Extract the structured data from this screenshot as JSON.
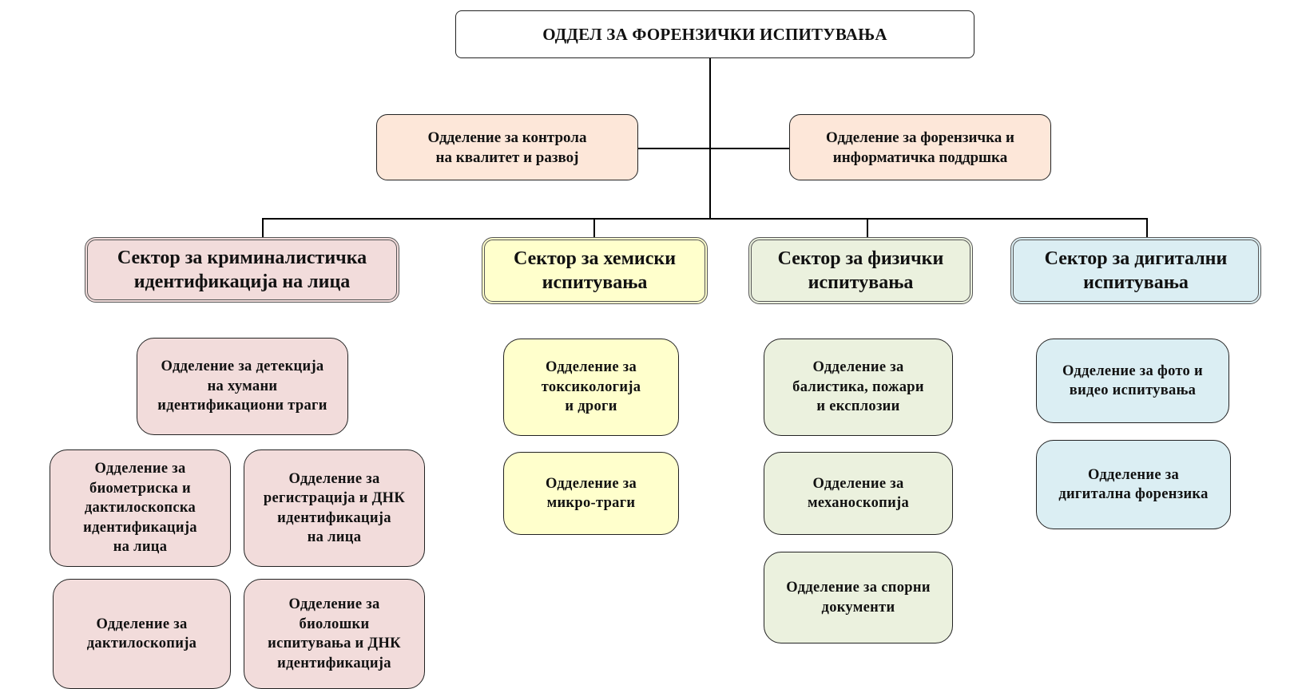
{
  "root": {
    "label": "ОДДЕЛ ЗА ФОРЕНЗИЧКИ ИСПИТУВАЊА"
  },
  "staff_units": [
    {
      "label": "Одделение за контрола\nна квалитет и развој"
    },
    {
      "label": "Одделение за форензичка и\nинформатичка поддршка"
    }
  ],
  "colors": {
    "staff": "#fde7d9",
    "sector1": "#f2dcdb",
    "sector2": "#ffffcc",
    "sector3": "#ebf1de",
    "sector4": "#dbeef3"
  },
  "sectors": [
    {
      "label": "Сектор за криминалистичка\nидентификација на лица",
      "units": [
        {
          "label": "Одделение за детекција\nна хумани\nидентификациони траги"
        },
        {
          "label": "Одделение за\nбиометриска и\nдактилоскопска\nидентификација\nна лица"
        },
        {
          "label": "Одделение за\nрегистрација и ДНК\nидентификација\nна лица"
        },
        {
          "label": "Одделение за\nдактилоскопија"
        },
        {
          "label": "Одделение за\nбиолошки\nиспитувања и ДНК\nидентификација"
        }
      ]
    },
    {
      "label": "Сектор за хемиски\nиспитувања",
      "units": [
        {
          "label": "Одделение за\nтоксикологија\nи дроги"
        },
        {
          "label": "Одделение за\nмикро-траги"
        }
      ]
    },
    {
      "label": "Сектор за физички\nиспитувања",
      "units": [
        {
          "label": "Одделение за\nбалистика, пожари\nи експлозии"
        },
        {
          "label": "Одделение за\nмеханоскопија"
        },
        {
          "label": "Одделение за спорни\nдокументи"
        }
      ]
    },
    {
      "label": "Сектор за дигитални\nиспитувања",
      "units": [
        {
          "label": "Одделение за фото и\nвидео испитувања"
        },
        {
          "label": "Одделение за\nдигитална форензика"
        }
      ]
    }
  ]
}
